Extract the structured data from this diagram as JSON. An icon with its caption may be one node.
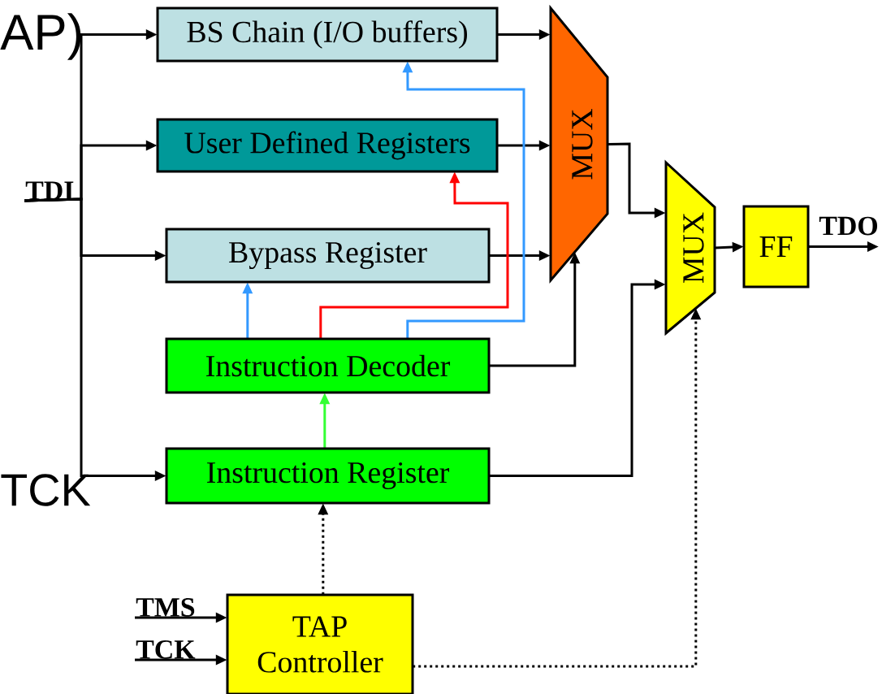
{
  "diagram": {
    "nodes": [
      {
        "text": [
          "BS Chain (I/O buffers)"
        ]
      },
      {
        "text": [
          "User Defined Registers"
        ]
      },
      {
        "text": [
          "Bypass Register"
        ]
      },
      {
        "text": [
          "Instruction Decoder"
        ]
      },
      {
        "text": [
          "Instruction Register"
        ]
      },
      {
        "text": [
          "MUX"
        ]
      },
      {
        "text": [
          "MUX"
        ]
      },
      {
        "text": [
          "FF"
        ]
      },
      {
        "text": [
          "TAP Controller"
        ]
      },
      {
        "text": [
          "TDI"
        ]
      },
      {
        "text": [
          "TMS"
        ]
      },
      {
        "text": [
          "TCK"
        ]
      }
    ],
    "edges": [
      {
        "from": 9,
        "to": 0,
        "arrow": "to"
      },
      {
        "from": 9,
        "to": 1,
        "arrow": "to"
      },
      {
        "from": 9,
        "to": 2,
        "arrow": "to"
      },
      {
        "from": 9,
        "to": 4,
        "arrow": "to"
      },
      {
        "from": 0,
        "to": 5,
        "arrow": "to"
      },
      {
        "from": 1,
        "to": 5,
        "arrow": "to"
      },
      {
        "from": 2,
        "to": 5,
        "arrow": "to"
      },
      {
        "from": 3,
        "to": 5,
        "arrow": "to"
      },
      {
        "from": 5,
        "to": 6,
        "arrow": "to"
      },
      {
        "from": 4,
        "to": 6,
        "arrow": "to"
      },
      {
        "from": 6,
        "to": 7,
        "arrow": "to"
      },
      {
        "from": 7,
        "to": null,
        "arrow": "to",
        "label": "TDO"
      },
      {
        "from": 3,
        "to": 0,
        "arrow": "to",
        "color": "#3399ff"
      },
      {
        "from": 3,
        "to": 1,
        "arrow": "to",
        "color": "#ff0000"
      },
      {
        "from": 3,
        "to": 2,
        "arrow": "to",
        "color": "#3399ff"
      },
      {
        "from": 4,
        "to": 3,
        "arrow": "to",
        "color": "#33ff33"
      },
      {
        "from": 8,
        "to": 4,
        "arrow": "to",
        "style": "dashed"
      },
      {
        "from": 8,
        "to": 6,
        "arrow": "to",
        "style": "dashed"
      },
      {
        "from": 10,
        "to": 8,
        "arrow": "to"
      },
      {
        "from": 11,
        "to": 8,
        "arrow": "to"
      }
    ],
    "labels": [
      "AP)",
      "TCK"
    ]
  }
}
